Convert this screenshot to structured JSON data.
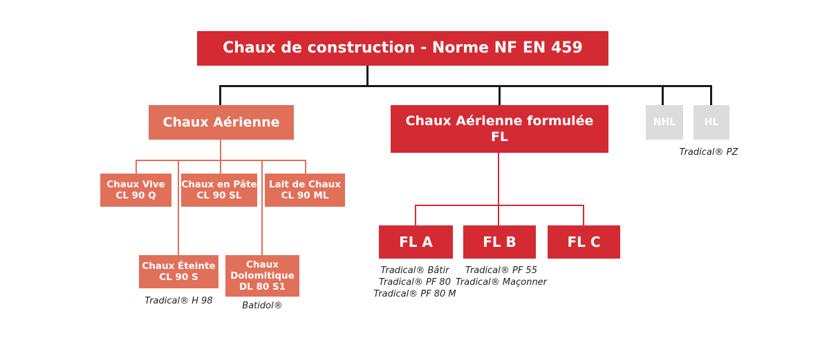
{
  "root": {
    "label": "Chaux de construction - Norme NF EN 459"
  },
  "aerienne": {
    "label": "Chaux Aérienne",
    "children": {
      "vive": {
        "line1": "Chaux Vive",
        "line2": "CL 90 Q"
      },
      "pate": {
        "line1": "Chaux en Pâte",
        "line2": "CL 90 SL"
      },
      "lait": {
        "line1": "Lait de Chaux",
        "line2": "CL 90 ML"
      },
      "eteinte": {
        "line1": "Chaux Éteinte",
        "line2": "CL 90 S",
        "products": [
          "Tradical® H 98"
        ]
      },
      "dolomitique": {
        "line1": "Chaux",
        "line2": "Dolomitique",
        "line3": "DL 80 S1",
        "products": [
          "Batidol®"
        ]
      }
    }
  },
  "formulee": {
    "line1": "Chaux Aérienne formulée",
    "line2": "FL",
    "children": {
      "fla": {
        "label": "FL A",
        "products": [
          "Tradical® Bâtir",
          "Tradical® PF 80",
          "Tradical® PF 80 M"
        ]
      },
      "flb": {
        "label": "FL B",
        "products": [
          "Tradical® PF 55",
          "Tradical® Maçonner"
        ]
      },
      "flc": {
        "label": "FL C"
      }
    }
  },
  "nhl": {
    "label": "NHL"
  },
  "hl": {
    "label": "HL",
    "products": [
      "Tradical® PZ"
    ]
  },
  "colors": {
    "red": "#d42a33",
    "salmon": "#e0705a",
    "grey": "#dcdcdc",
    "connector": "#1a1a1a"
  }
}
